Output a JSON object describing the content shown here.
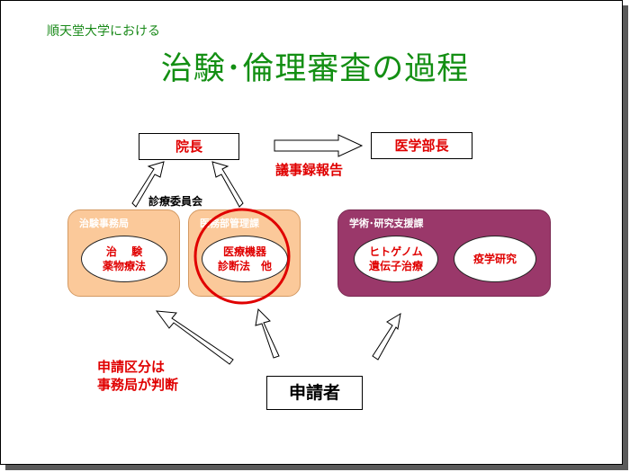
{
  "subtitle": "順天堂大学における",
  "title": "治験･倫理審査の過程",
  "top_boxes": {
    "director": "院長",
    "dean": "医学部長"
  },
  "report_label": "議事録報告",
  "committee_label": "診療委員会",
  "panels": {
    "clinical_trial_office": {
      "title": "治験事務局",
      "oval_lines": [
        "治　 験",
        "薬物療法"
      ]
    },
    "medical_affairs": {
      "title": "医務部管理課",
      "oval_lines": [
        "医療機器",
        "診断法　他"
      ]
    },
    "academic_research": {
      "title": "学術･研究支援課",
      "oval_left_lines": [
        "ヒトゲノム",
        "遺伝子治療"
      ],
      "oval_right": "疫学研究"
    }
  },
  "note_lines": [
    "申請区分は",
    "事務局が判断"
  ],
  "applicant": "申請者",
  "colors": {
    "title_green": "#138f13",
    "text_red": "#e00000",
    "panel_orange": "#fbc99a",
    "panel_purple": "#9a386a",
    "highlight_circle": "#e00000"
  }
}
